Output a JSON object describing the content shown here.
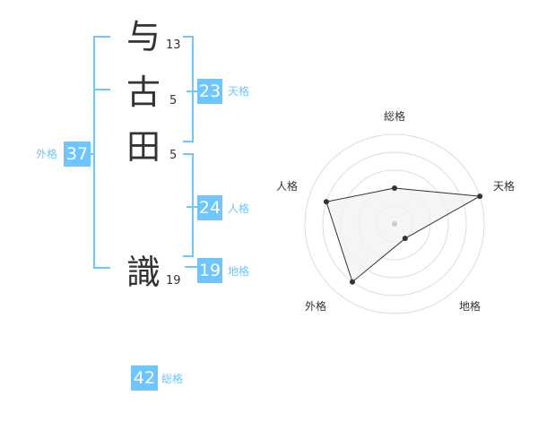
{
  "name": {
    "chars": [
      {
        "char": "与",
        "strokes": "13"
      },
      {
        "char": "古",
        "strokes": "5"
      },
      {
        "char": "田",
        "strokes": "5"
      },
      {
        "char": "識",
        "strokes": "19"
      }
    ]
  },
  "kakusu": {
    "tenkaku": {
      "value": "23",
      "label": "天格"
    },
    "jinkaku": {
      "value": "24",
      "label": "人格"
    },
    "chikaku": {
      "value": "19",
      "label": "地格"
    },
    "gaikaku": {
      "value": "37",
      "label": "外格"
    },
    "soukaku": {
      "value": "42",
      "label": "総格"
    }
  },
  "radar": {
    "axes": [
      "総格",
      "天格",
      "地格",
      "外格",
      "人格"
    ],
    "levels": 5,
    "scores": [
      2,
      5,
      1,
      4,
      4
    ],
    "colors": {
      "grid": "#dddddd",
      "fill": "#f2f2f2",
      "line": "#333333",
      "point": "#333333",
      "center": "#cccccc"
    }
  }
}
